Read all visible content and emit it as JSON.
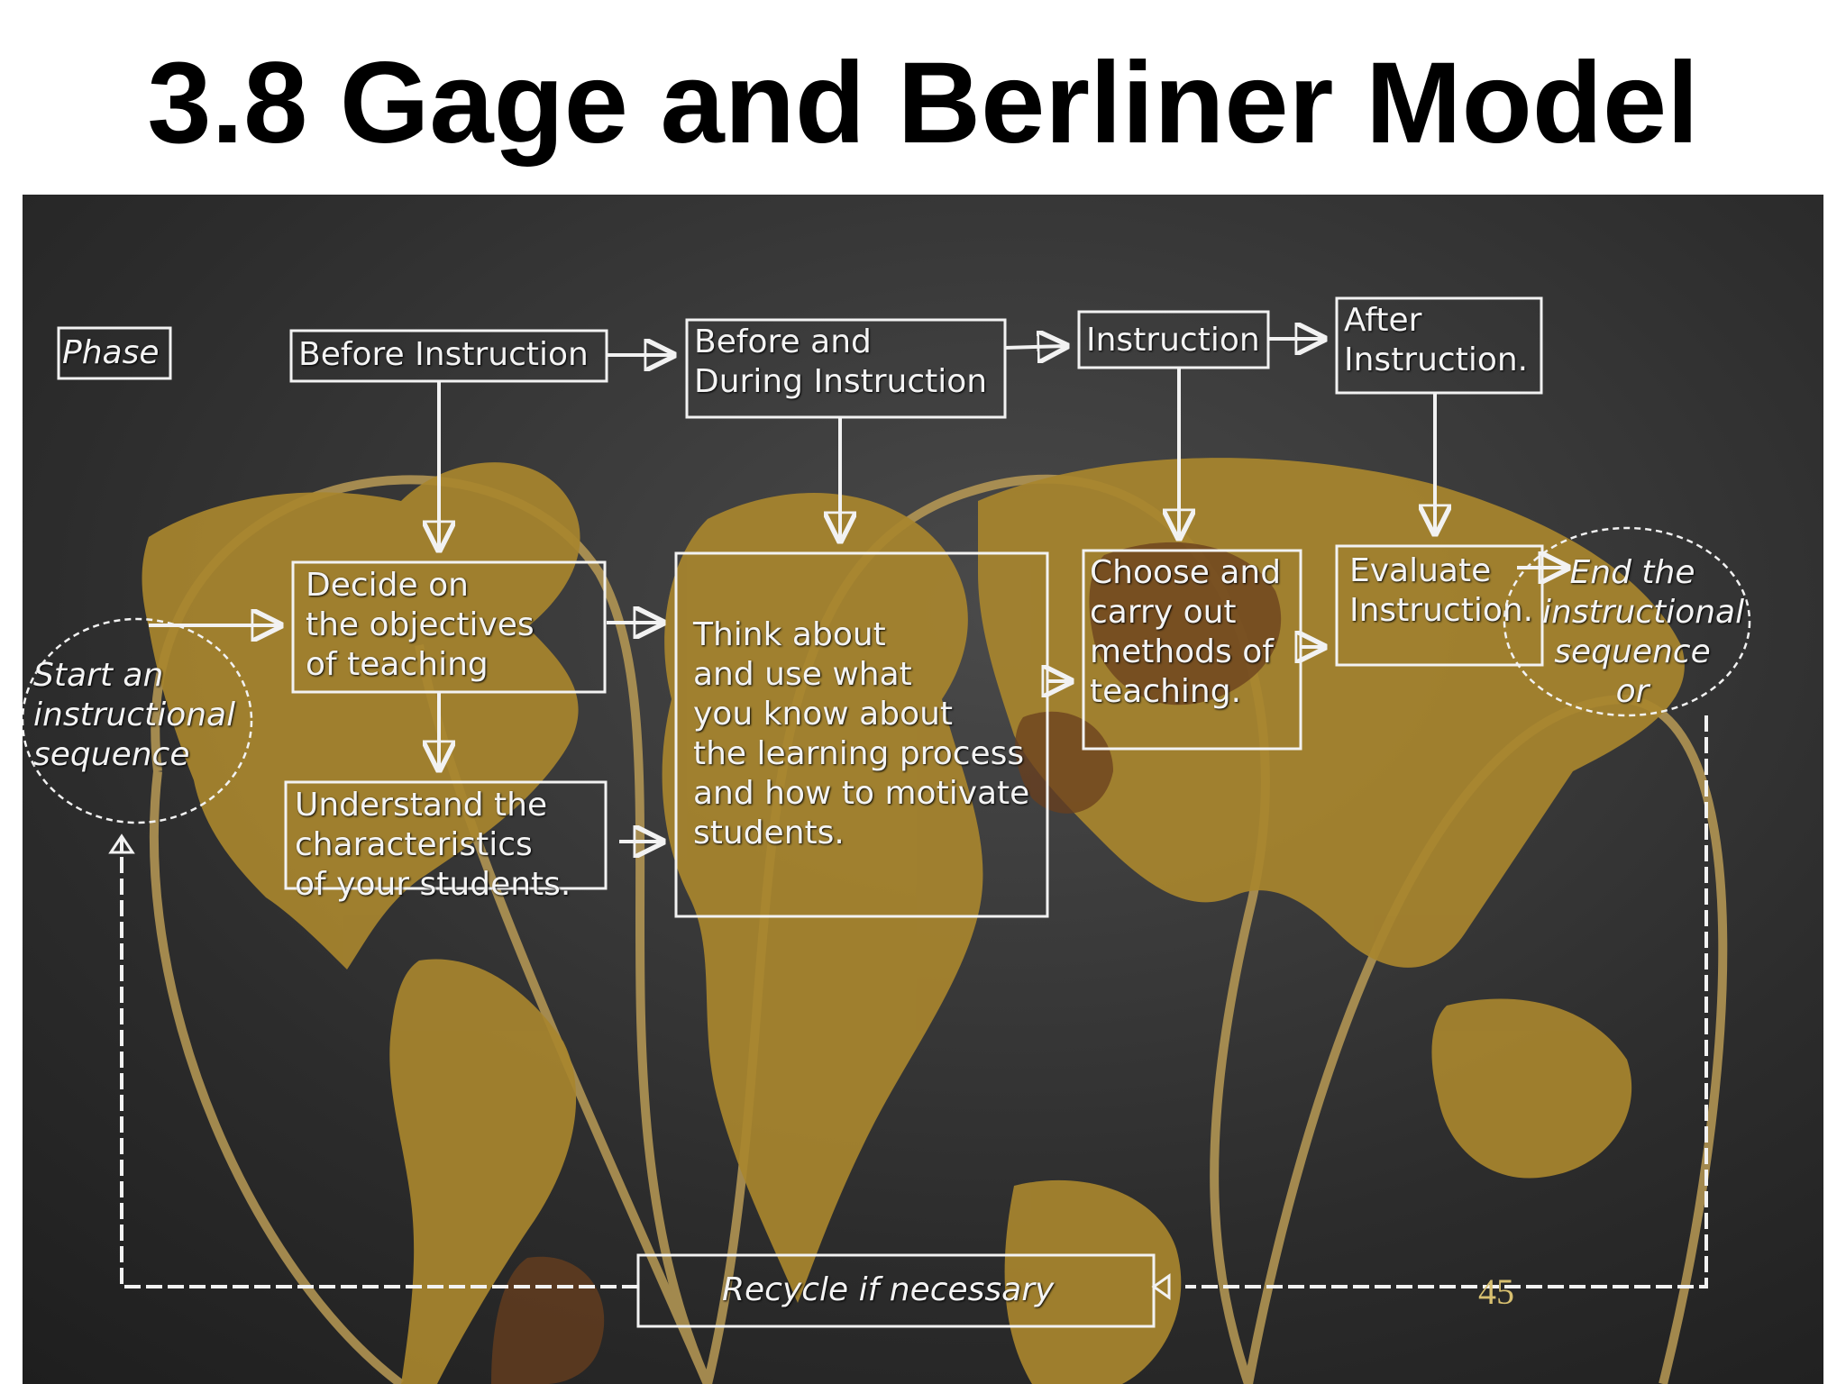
{
  "title": "3.8 Gage and Berliner Model",
  "page_number": "45",
  "colors": {
    "background_dark": "#2a2a2a",
    "land": "#a8852e",
    "land_dark": "#6a3f1e",
    "box_line": "#f2f2f2"
  },
  "diagram": {
    "phase_label": "Phase",
    "phases": {
      "before": "Before Instruction",
      "before_during": "Before and\nDuring Instruction",
      "instruction": "Instruction",
      "after": "After\nInstruction."
    },
    "steps": {
      "objectives": "Decide on\nthe objectives\nof teaching",
      "students": "Understand the\ncharacteristics\nof your students.",
      "think": "Think about\nand use what\nyou know about\nthe learning process\nand how to motivate\nstudents.",
      "methods": "Choose and\ncarry out\nmethods of\nteaching.",
      "evaluate": "Evaluate\nInstruction."
    },
    "start": "Start an\ninstructional\nsequence",
    "end": "End the\ninstructional\nsequence or",
    "recycle": "Recycle if necessary"
  }
}
